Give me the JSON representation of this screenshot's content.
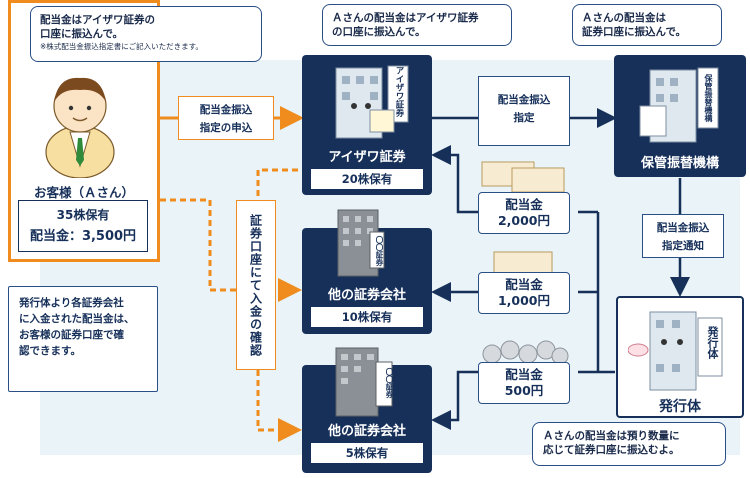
{
  "customer": {
    "bubble_line1": "配当金はアイザワ証券の",
    "bubble_line2": "口座に振込んで。",
    "bubble_note": "※株式配当金振込指定書にご記入いただきます。",
    "name": "お客様（Ａさん）",
    "shares": "35株保有",
    "dividend": "配当金：3,500円"
  },
  "aizawa": {
    "bubble_line1": "Ａさんの配当金はアイザワ証券",
    "bubble_line2": "の口座に振込んで。",
    "name": "アイザワ証券",
    "sign": "アイザワ証券",
    "shares": "20株保有"
  },
  "hofuri": {
    "bubble_line1": "Ａさんの配当金は",
    "bubble_line2": "証券口座に振込んで。",
    "name": "保管振替機構",
    "sign": "保管振替機構"
  },
  "other1": {
    "name": "他の証券会社",
    "shares": "10株保有",
    "sign": "〇〇証券"
  },
  "other2": {
    "name": "他の証券会社",
    "shares": "5株保有",
    "sign": "〇〇証券"
  },
  "issuer": {
    "name": "発行体",
    "sign": "発行体",
    "bubble_line1": "Ａさんの配当金は預り数量に",
    "bubble_line2": "応じて証券口座に振込むよ。"
  },
  "flows": {
    "request_line1": "配当金振込",
    "request_line2": "指定の申込",
    "designate_line1": "配当金振込",
    "designate_line2": "指定",
    "notify_line1": "配当金振込",
    "notify_line2": "指定通知",
    "confirm_vertical": "証券口座にて入金の確認"
  },
  "payments": [
    {
      "label": "配当金",
      "amount": "2,000円"
    },
    {
      "label": "配当金",
      "amount": "1,000円"
    },
    {
      "label": "配当金",
      "amount": "500円"
    }
  ],
  "info": {
    "line1": "発行体より各証券会社",
    "line2": "に入金された配当金は、",
    "line3": "お客様の証券口座で確",
    "line4": "認できます。"
  },
  "colors": {
    "navy": "#17305a",
    "orange": "#f08c1e",
    "panel": "#e9f3f8"
  }
}
